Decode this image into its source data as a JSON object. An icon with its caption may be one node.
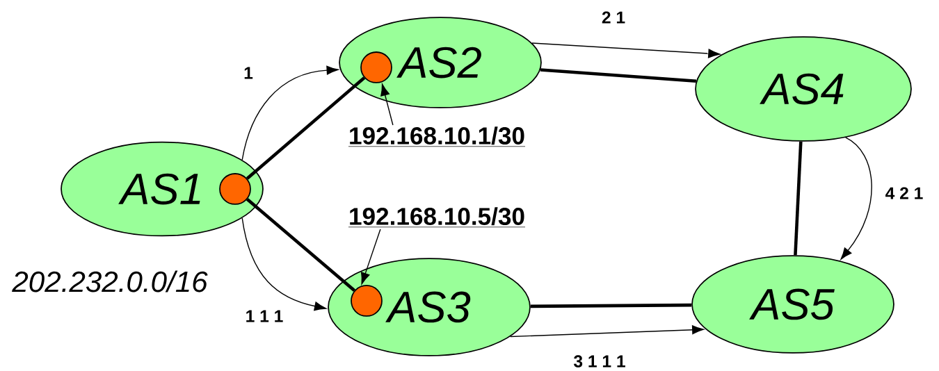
{
  "diagram": {
    "nodes": [
      {
        "text": [
          "AS1"
        ],
        "beside": [
          "202.232.0.0/16"
        ]
      },
      {
        "text": [
          "AS2"
        ]
      },
      {
        "text": [
          "AS3"
        ]
      },
      {
        "text": [
          "AS4"
        ]
      },
      {
        "text": [
          "AS5"
        ]
      },
      {
        "text": [],
        "shape": "circle",
        "in": 0
      },
      {
        "text": [],
        "shape": "circle",
        "in": 1
      },
      {
        "text": [],
        "shape": "circle",
        "in": 2
      },
      {
        "text": [
          "192.168.10.1/30"
        ]
      },
      {
        "text": [
          "192.168.10.5/30"
        ]
      }
    ],
    "edges": [
      {
        "from": 5,
        "to": 6,
        "arrow": "none",
        "style": "thick"
      },
      {
        "from": 5,
        "to": 7,
        "arrow": "none",
        "style": "thick"
      },
      {
        "from": 1,
        "to": 3,
        "arrow": "none",
        "style": "thick"
      },
      {
        "from": 3,
        "to": 4,
        "arrow": "none",
        "style": "thick"
      },
      {
        "from": 2,
        "to": 4,
        "arrow": "none",
        "style": "thick"
      },
      {
        "from": 0,
        "to": 1,
        "arrow": "to",
        "label": "1"
      },
      {
        "from": 0,
        "to": 2,
        "arrow": "to",
        "label": "1 1 1"
      },
      {
        "from": 1,
        "to": 3,
        "arrow": "to",
        "label": "2 1"
      },
      {
        "from": 3,
        "to": 4,
        "arrow": "to",
        "label": "4 2 1"
      },
      {
        "from": 2,
        "to": 4,
        "arrow": "to",
        "label": "3 1 1 1"
      },
      {
        "from": 8,
        "to": 6,
        "arrow": "to"
      },
      {
        "from": 9,
        "to": 7,
        "arrow": "to"
      }
    ]
  }
}
